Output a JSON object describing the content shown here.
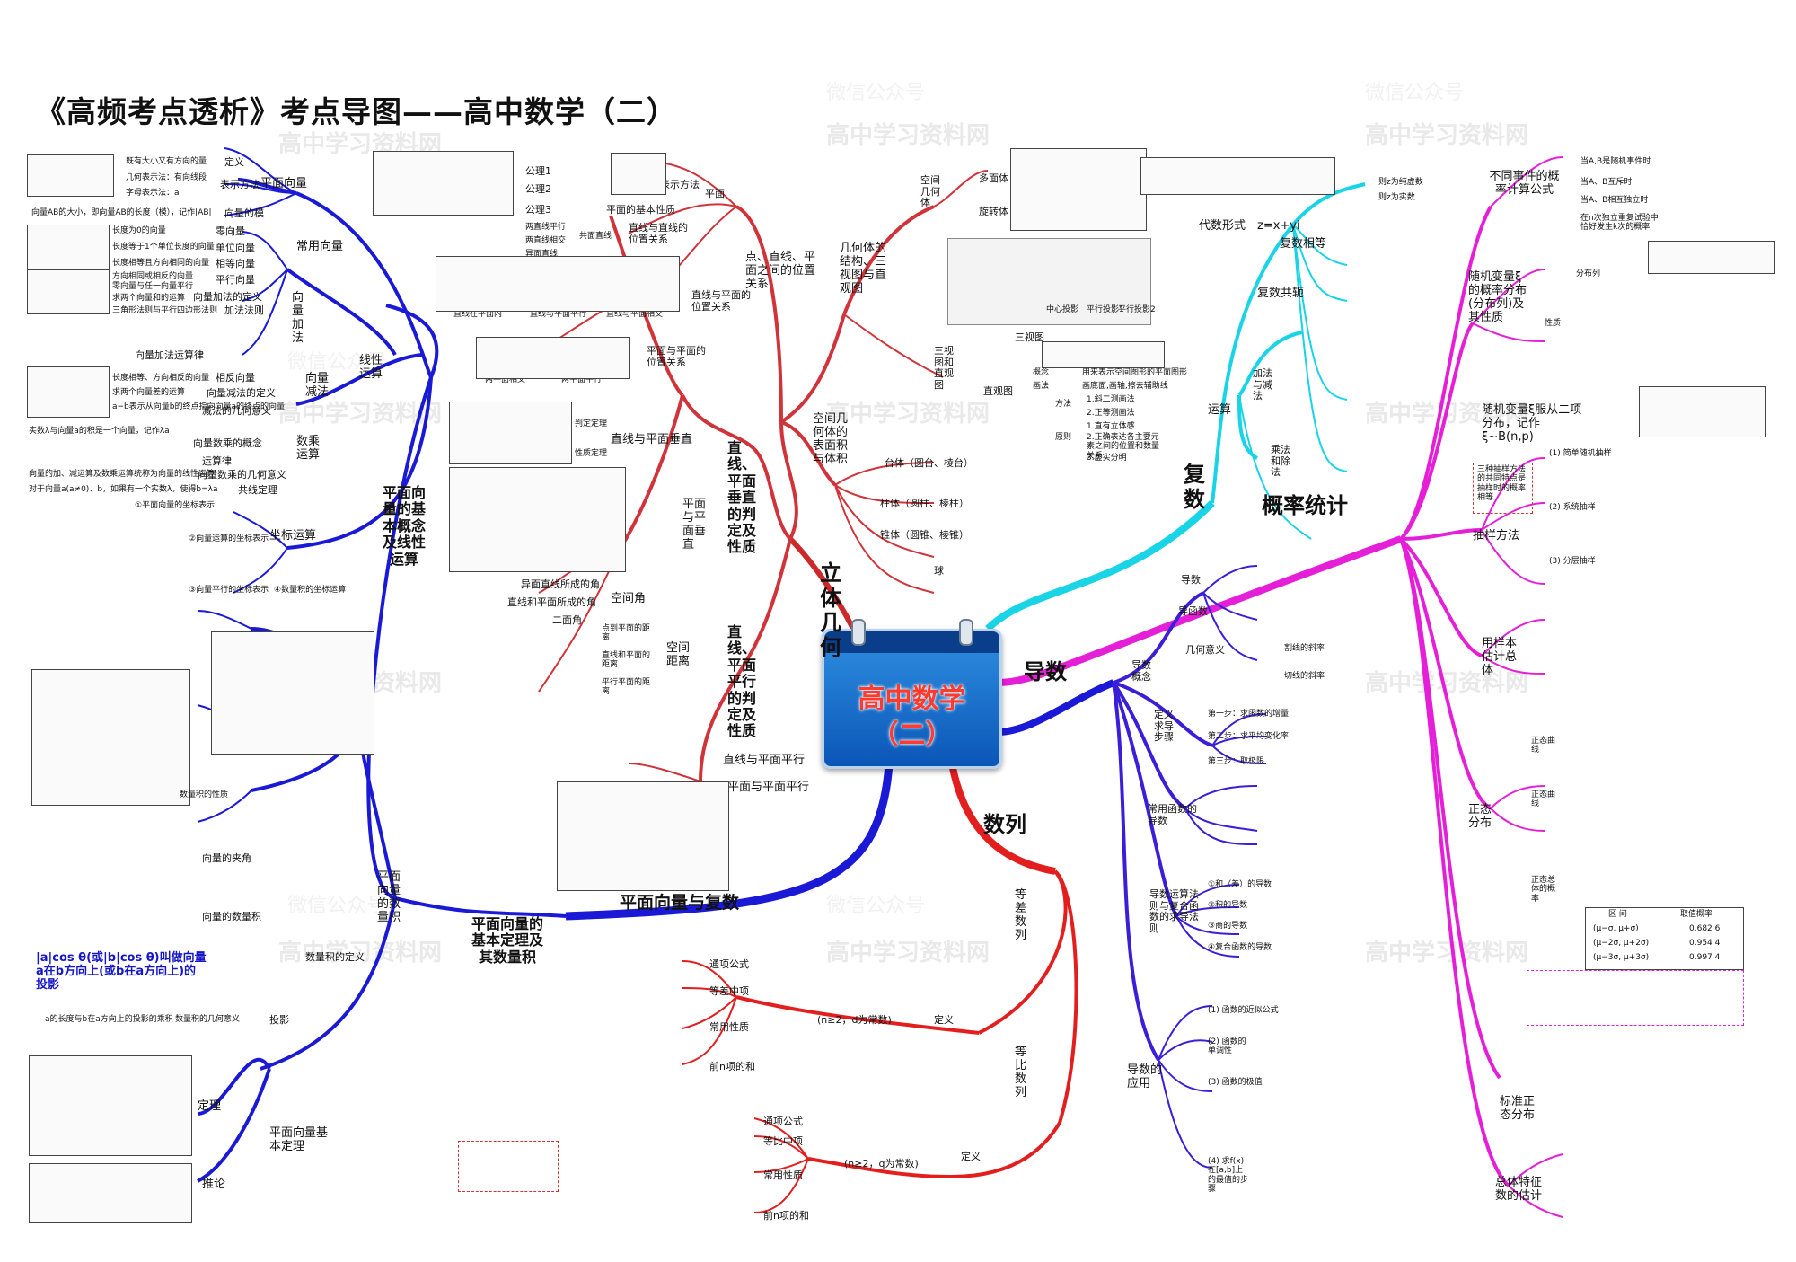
{
  "title": "《高频考点透析》考点导图——高中数学（二）",
  "center": {
    "line1": "高中数学",
    "line2": "（二）"
  },
  "watermarks": [
    "高中学习资料网",
    "微信公众号"
  ],
  "colors": {
    "blue": "#1a1ad6",
    "red": "#d42a2a",
    "cyan": "#19d3e6",
    "pink": "#e51fd8",
    "purple": "#6a22d8"
  },
  "vec": {
    "main": "平面向量与复数",
    "b1": "平面向量的基本概念及线性运算",
    "b2": "平面向量的基本定理及其数量积",
    "plane_vec": "平面向量",
    "common_vec": "常用向量",
    "vec_add": "向量加法",
    "linear": "线性运算",
    "vec_sub": "向量减法",
    "scalar_mul": "数乘运算",
    "def": "定义",
    "repr": "表示方法",
    "magnitude": "向量的模",
    "zero": "零向量",
    "unit": "单位向量",
    "equal": "相等向量",
    "parallel": "平行向量",
    "add_def": "向量加法的定义",
    "add_rule": "加法法则",
    "add_law": "向量加法运算律",
    "opp": "相反向量",
    "sub_def": "向量减法的定义",
    "sub_geo": "减法的几何意义",
    "scal_concept": "向量数乘的概念",
    "scal_law": "运算律",
    "scal_geo": "向量数乘的几何意义",
    "collinear": "共线定理",
    "coord": "坐标运算",
    "coord_repr": "①平面向量的坐标表示",
    "coord_ops": "②向量运算的坐标表示",
    "coord_par": "③向量平行的坐标表示",
    "coord_dot": "④数量积的坐标运算",
    "proj_angle": "向量的夹角",
    "proj_dot": "向量的数量积",
    "dot_def": "数量积的定义",
    "projection": "投影",
    "dot_geo": "数量积的几何意义",
    "dot_prop": "数量积的性质",
    "dot_sec": "平面向量的数量积",
    "basic_thm": "平面向量基本定理",
    "thm": "定理",
    "corollary": "推论",
    "proj_note": "|a|cos θ(或|b|cos θ)叫做向量a在b方向上(或b在a方向上)的投影",
    "proj_note2": "a的长度与b在a方向上的投影的乘积",
    "text_a": "既有大小又有方向的量",
    "text_b": "几何表示法：有向线段",
    "text_c": "字母表示法：a",
    "text_d": "向量AB的大小，即向量AB的长度（模），记作|AB|",
    "text_e": "长度为0的向量",
    "text_f": "长度等于1个单位长度的向量",
    "text_g": "长度相等且方向相同的向量",
    "text_h": "方向相同或相反的向量",
    "text_i": "零向量与任一向量平行",
    "text_j": "求两个向量和的运算",
    "text_k": "三角形法则与平行四边形法则",
    "text_l": "长度相等、方向相反的向量",
    "text_m": "求两个向量差的运算",
    "text_n": "a−b表示从向量b的终点指向向量a的终点的向量",
    "text_o": "实数λ与向量a的积是一个向量，记作λa",
    "text_p": "向量的加、减运算及数乘运算统称为向量的线性运算",
    "text_q": "对于向量a(a≠0)、b，如果有一个实数λ，使得b=λa"
  },
  "geo": {
    "main": "立体几何",
    "g1": "点、直线、平面之间的位置关系",
    "g2": "几何体的结构、三视图与直观图",
    "g3": "空间几何体的表面积与体积",
    "g4": "直线、平面垂直的判定及性质",
    "g5": "直线、平面平行的判定及性质",
    "g6": "空间角",
    "g7": "空间距离",
    "axiom1": "公理1",
    "axiom2": "公理2",
    "axiom3": "公理3",
    "plane": "平面",
    "repr": "表示方法",
    "basic_prop": "平面的基本性质",
    "line_line": "直线与直线的位置关系",
    "line_plane": "直线与平面的位置关系",
    "plane_plane": "平面与平面的位置关系",
    "parallel_lines": "两直线平行",
    "intersect_lines": "两直线相交",
    "skew": "异面直线",
    "coplanar": "共面直线",
    "in_plane": "直线在平面内",
    "par_plane": "直线与平面平行",
    "int_plane": "直线与平面相交",
    "pp_int": "两平面相交",
    "pp_par": "两平面平行",
    "solid": "空间几何体",
    "polyhedron": "多面体",
    "rotation": "旋转体",
    "three_view": "三视图",
    "intuitive": "直观图",
    "three_intuit": "三视图和直观图",
    "concept": "概念",
    "draw": "画法",
    "method": "方法",
    "principle": "原则",
    "concept_t": "用来表示空间图形的平面图形",
    "draw_t": "画底面,画轴,擦去辅助线",
    "method_t1": "1.斜二测画法",
    "method_t2": "2.正等测画法",
    "prin_t1": "1.直有立体感",
    "prin_t2": "2.正确表达各主要元素之间的位置和数量关系",
    "prin_t3": "3.虚实分明",
    "proj": "投影",
    "center_proj": "中心投影",
    "par_proj1": "平行投影1",
    "par_proj2": "平行投影2",
    "prism": "台体（圆台、棱台）",
    "column": "柱体（圆柱、棱柱）",
    "cone": "锥体（圆锥、棱锥）",
    "sphere": "球",
    "lp_perp": "直线与平面垂直",
    "pp_perp": "平面与平面垂直",
    "judge": "判定定理",
    "prop": "性质定理",
    "angle_skew": "异面直线所成的角",
    "angle_lp": "直线和平面所成的角",
    "dihedral": "二面角",
    "dist_pp": "点到平面的距离",
    "dist_lp": "直线和平面的距离",
    "dist_ppar": "平行平面的距离",
    "lp_par": "直线与平面平行",
    "pp_par2": "平面与平面平行"
  },
  "seq": {
    "main": "数列",
    "arith": "等差数列",
    "geom": "等比数列",
    "general": "通项公式",
    "mid": "等差中项",
    "gmid": "等比中项",
    "prop": "常用性质",
    "sum": "前n项的和",
    "def": "定义",
    "a_def": "(n≥2，d为常数)",
    "g_def": "(n≥2，q为常数)"
  },
  "cplx": {
    "main": "复数",
    "alg": "代数形式",
    "alg_f": "z=x+yi",
    "equal": "复数相等",
    "conj": "复数共轭",
    "ops": "运算",
    "addsub": "加法与减法",
    "muldiv": "乘法和除法",
    "pure": "则z为纯虚数",
    "real": "则z为实数"
  },
  "deriv": {
    "main": "导数",
    "concept": "导数概念",
    "deriv": "导数",
    "deriv_fn": "导函数",
    "geo": "几何意义",
    "slope": "割线的斜率",
    "tangent": "切线的斜率",
    "steps": "定义求导步骤",
    "step1": "第一步：求函数的增量",
    "step2": "第二步：求平均变化率",
    "step3": "第三步：取极限",
    "common": "常用函数的导数",
    "rules": "导数运算法则与复合函数的求导法则",
    "rule1": "①和（差）的导数",
    "rule2": "②积的导数",
    "rule3": "③商的导数",
    "rule4": "④复合函数的导数",
    "apply": "导数的应用",
    "app1": "(1) 函数的近似公式",
    "app2": "(2) 函数的单调性",
    "app3": "(3) 函数的极值",
    "app4": "(4) 求f(x)在[a,b]上的最值的步骤"
  },
  "prob": {
    "main": "概率统计",
    "indep": "不同事件的概率计算公式",
    "rv": "随机变量ξ的概率分布(分布列)及其性质",
    "dist": "分布列",
    "nature": "性质",
    "binom": "随机变量ξ服从二项分布，记作ξ~B(n,p)",
    "sampling": "抽样方法",
    "sample_box": "三种抽样方法的共同特点是抽样时的概率相等",
    "srs": "(1) 简单随机抽样",
    "sys": "(2) 系统抽样",
    "strat": "(3) 分层抽样",
    "estimate": "用样本估计总体",
    "normal": "正态分布",
    "normal_curve": "正态曲线",
    "normal_curve2": "正态总体的概率",
    "std_normal": "标准正态分布",
    "char": "总体特征数的估计",
    "tbl_h1": "区 间",
    "tbl_h2": "取值概率",
    "tbl_rows": [
      [
        "(μ−σ, μ+σ)",
        "0.682 6"
      ],
      [
        "(μ−2σ, μ+2σ)",
        "0.954 4"
      ],
      [
        "(μ−3σ, μ+3σ)",
        "0.997 4"
      ]
    ],
    "p1": "当A,B是随机事件时",
    "p2": "当A、B互斥时",
    "p3": "当A、B相互独立时",
    "p4": "在n次独立重复试验中恰好发生k次的概率"
  }
}
